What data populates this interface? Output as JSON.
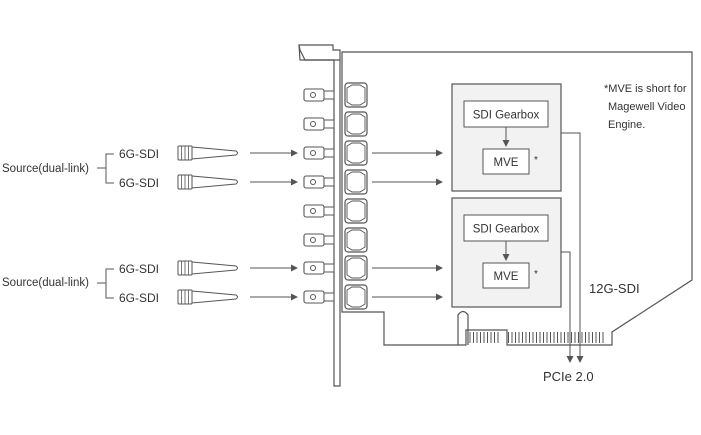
{
  "sources": [
    {
      "label": "Source(dual-link)",
      "links": [
        "6G-SDI",
        "6G-SDI"
      ]
    },
    {
      "label": "Source(dual-link)",
      "links": [
        "6G-SDI",
        "6G-SDI"
      ]
    }
  ],
  "modules": [
    {
      "gearbox": "SDI Gearbox",
      "engine": "MVE",
      "mark": "*"
    },
    {
      "gearbox": "SDI Gearbox",
      "engine": "MVE",
      "mark": "*"
    }
  ],
  "note": {
    "line1": "*MVE is short for",
    "line2": "Magewell Video",
    "line3": "Engine."
  },
  "output_label": "12G-SDI",
  "bus_label": "PCIe 2.0",
  "colors": {
    "stroke": "#555555",
    "fill": "#f2f2f2",
    "text": "#333333"
  }
}
